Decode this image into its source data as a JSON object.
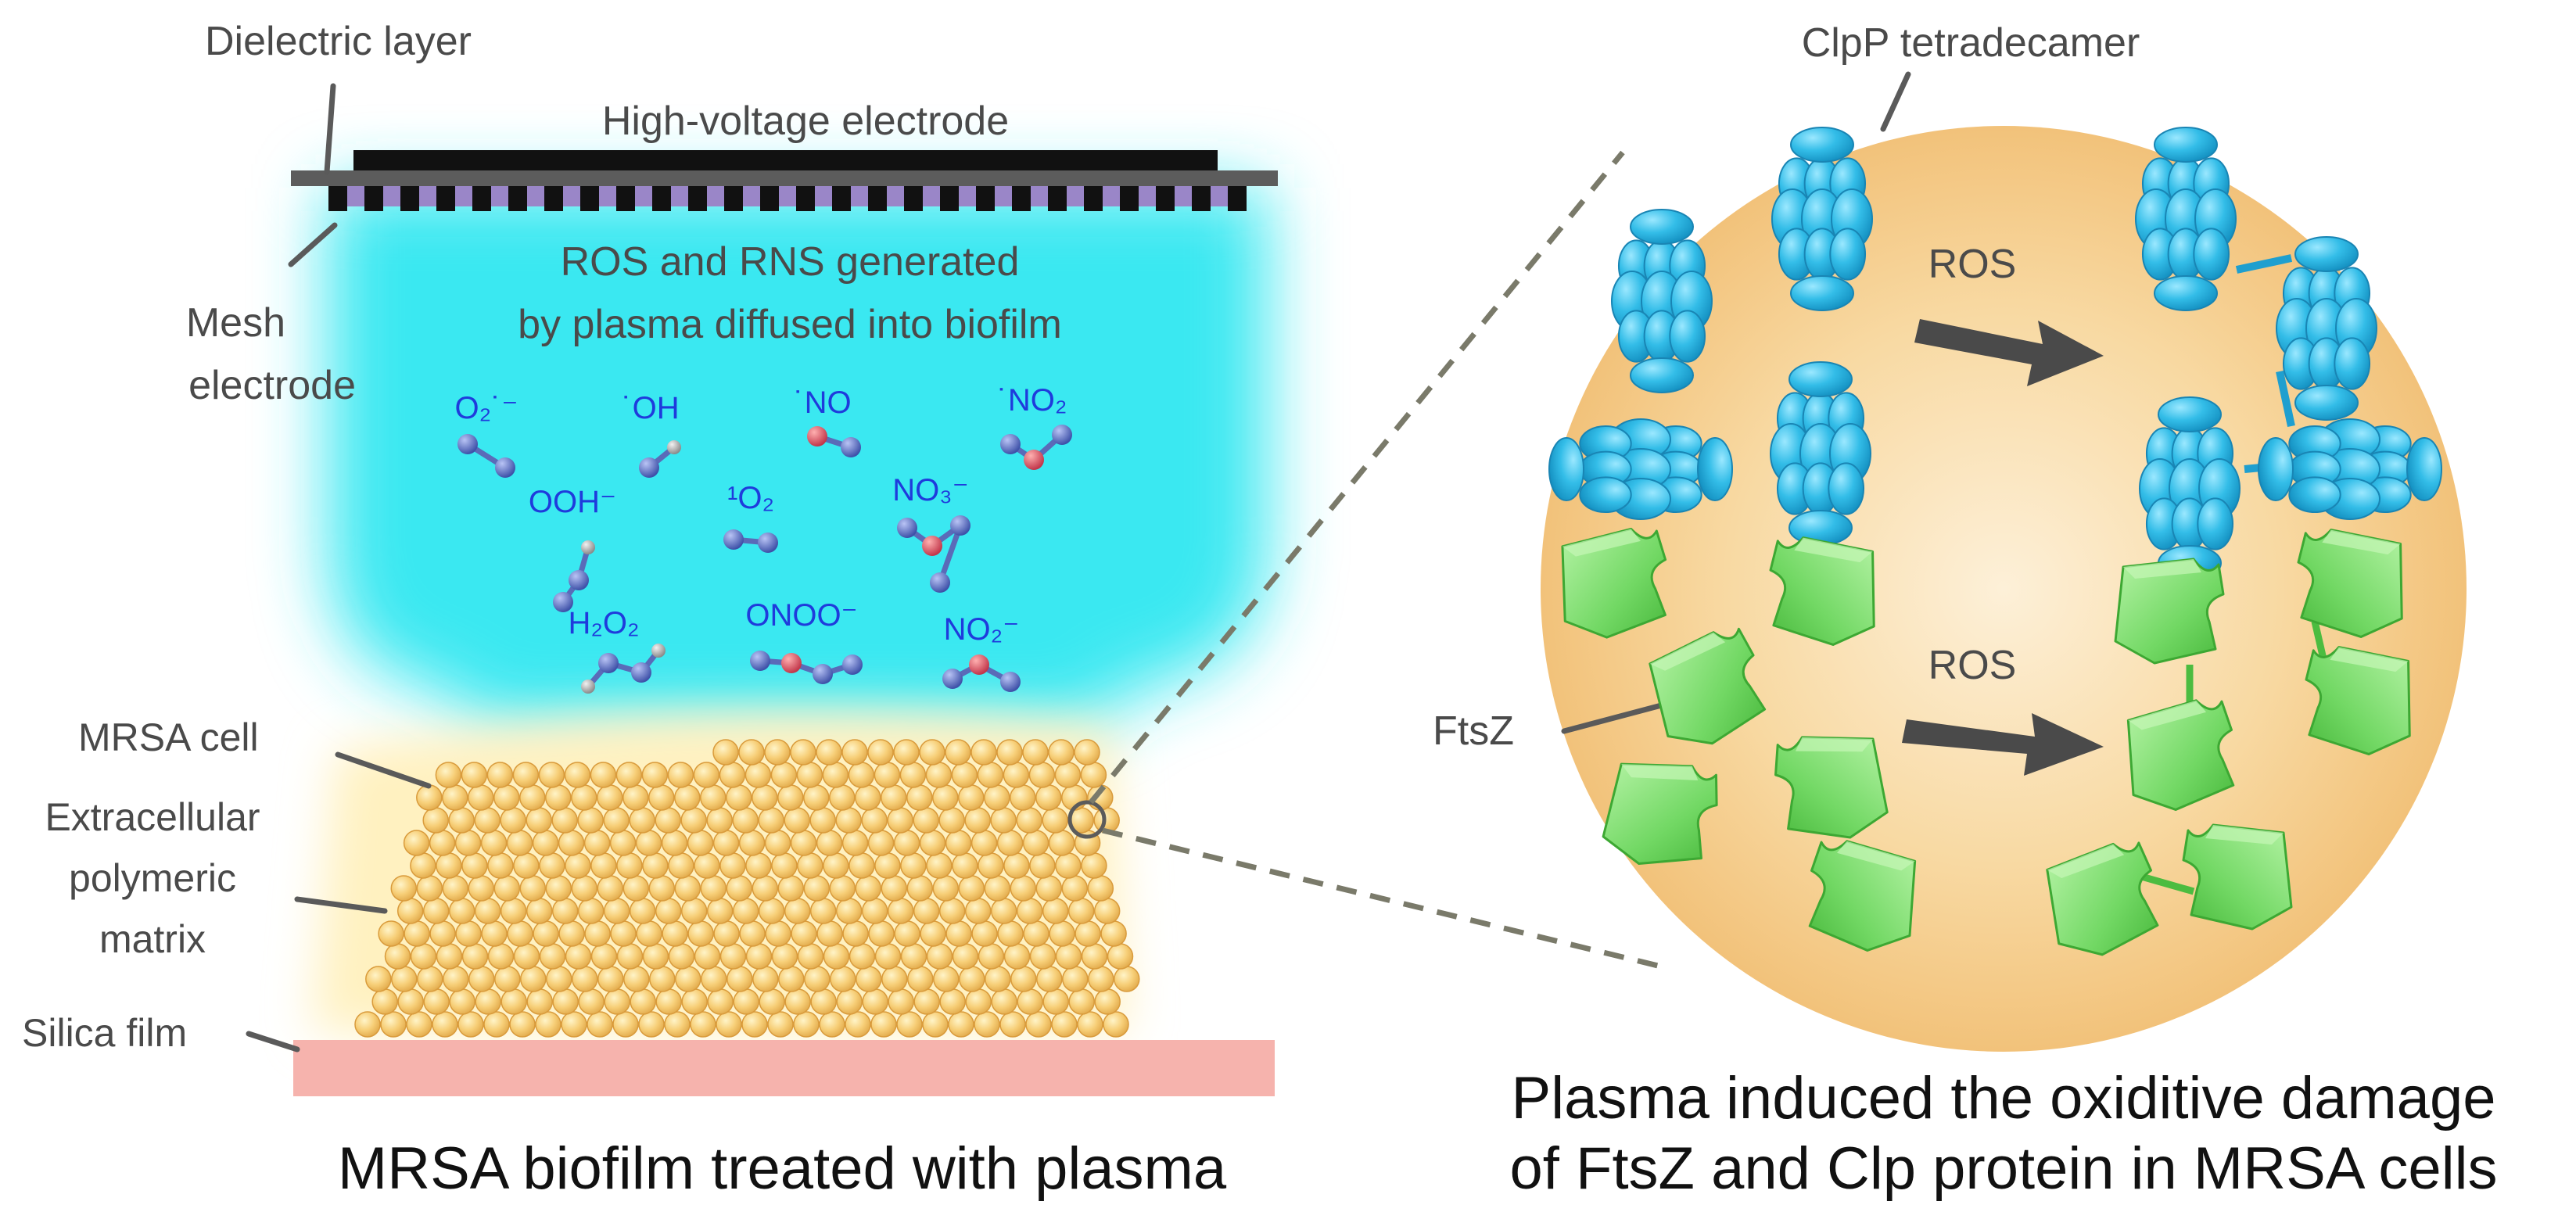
{
  "left_panel": {
    "dielectric_label": "Dielectric layer",
    "hv_electrode_label": "High-voltage electrode",
    "mesh_label_line1": "Mesh",
    "mesh_label_line2": "electrode",
    "plasma_text_line1": "ROS and RNS generated",
    "plasma_text_line2": "by plasma diffused into biofilm",
    "species": [
      {
        "label": "O₂˙⁻"
      },
      {
        "label": "˙OH"
      },
      {
        "label": "˙NO"
      },
      {
        "label": "˙NO₂"
      },
      {
        "label": "OOH⁻"
      },
      {
        "label": "¹O₂"
      },
      {
        "label": "NO₃⁻"
      },
      {
        "label": "H₂O₂"
      },
      {
        "label": "ONOO⁻"
      },
      {
        "label": "NO₂⁻"
      }
    ],
    "mrsa_cell_label": "MRSA cell",
    "eps_label_line1": "Extracellular",
    "eps_label_line2": "polymeric",
    "eps_label_line3": "matrix",
    "silica_label": "Silica film",
    "caption": "MRSA biofilm treated with plasma"
  },
  "right_panel": {
    "clpp_label": "ClpP tetradecamer",
    "ros_label_top": "ROS",
    "ros_label_bottom": "ROS",
    "ftsz_label": "FtsZ",
    "caption_line1": "Plasma induced the oxiditive damage",
    "caption_line2": "of FtsZ and Clp protein in MRSA cells"
  },
  "colors": {
    "plasma": "#2fe7f0",
    "cell": "#f2c46a",
    "matrix": "#fff3c4",
    "silica": "#f6b3ad",
    "mesh": "#9a86c8",
    "clpp": "#2fb8e3",
    "ftsz": "#7edc73",
    "zoom_circle": "#f5c985"
  }
}
